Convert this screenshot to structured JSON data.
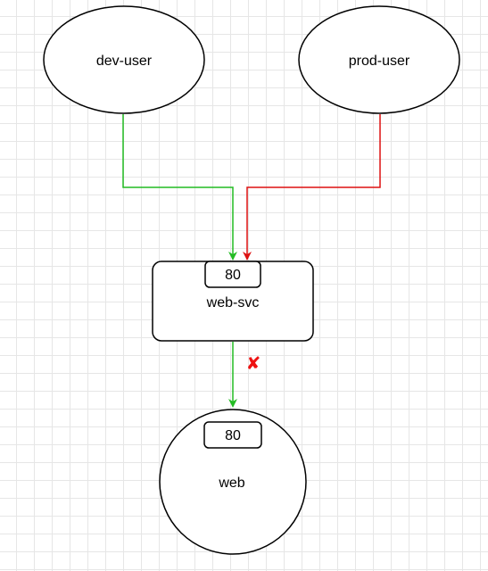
{
  "nodes": {
    "dev_user": {
      "label": "dev-user"
    },
    "prod_user": {
      "label": "prod-user"
    },
    "web_svc": {
      "label": "web-svc",
      "port": "80"
    },
    "web": {
      "label": "web",
      "port": "80"
    }
  },
  "edges": {
    "dev_to_svc": {
      "color": "#22bb22"
    },
    "prod_to_svc": {
      "color": "#dd1111"
    },
    "svc_to_web": {
      "color": "#22bb22"
    }
  },
  "marker": {
    "symbol": "✘",
    "color": "#ee1111"
  }
}
